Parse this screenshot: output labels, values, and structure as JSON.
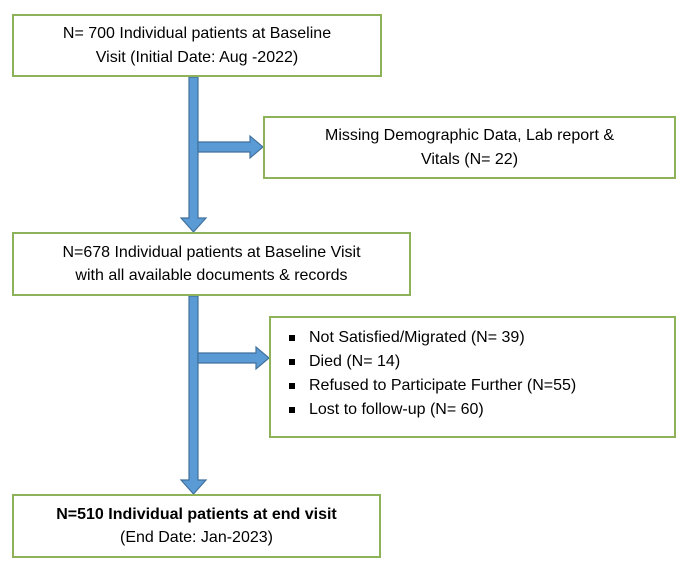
{
  "boxes": {
    "baseline": {
      "line1": "N= 700 Individual patients at Baseline",
      "line2": "Visit (Initial Date: Aug -2022)"
    },
    "missing": {
      "line1": "Missing Demographic Data, Lab report &",
      "line2": "Vitals (N= 22)"
    },
    "complete": {
      "line1": "N=678 Individual patients at Baseline Visit",
      "line2": "with all available documents & records"
    },
    "exclusions": {
      "items": [
        "Not Satisfied/Migrated (N= 39)",
        "Died (N= 14)",
        "Refused to Participate Further (N=55)",
        "Lost to follow-up (N= 60)"
      ]
    },
    "end": {
      "line1": "N=510 Individual patients at end visit",
      "line2": "(End Date: Jan-2023)"
    }
  },
  "colors": {
    "box_border": "#8db25a",
    "arrow_fill": "#5b9bd5",
    "arrow_stroke": "#41719c"
  }
}
